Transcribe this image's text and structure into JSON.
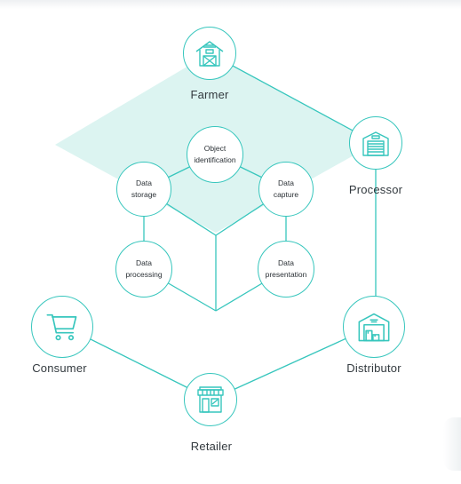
{
  "colors": {
    "accent": "#37c6bd",
    "fill": "#d6f2ef",
    "text": "#333a3f"
  },
  "nodes": {
    "farmer": {
      "label": "Farmer",
      "icon": "barn-icon"
    },
    "processor": {
      "label": "Processor",
      "icon": "factory-icon"
    },
    "distributor": {
      "label": "Distributor",
      "icon": "warehouse-icon"
    },
    "retailer": {
      "label": "Retailer",
      "icon": "storefront-icon"
    },
    "consumer": {
      "label": "Consumer",
      "icon": "shopping-cart-icon"
    }
  },
  "functions": {
    "object_identification": {
      "line1": "Object",
      "line2": "identification"
    },
    "data_storage": {
      "line1": "Data",
      "line2": "storage"
    },
    "data_capture": {
      "line1": "Data",
      "line2": "capture"
    },
    "data_processing": {
      "line1": "Data",
      "line2": "processing"
    },
    "data_presentation": {
      "line1": "Data",
      "line2": "presentation"
    }
  }
}
